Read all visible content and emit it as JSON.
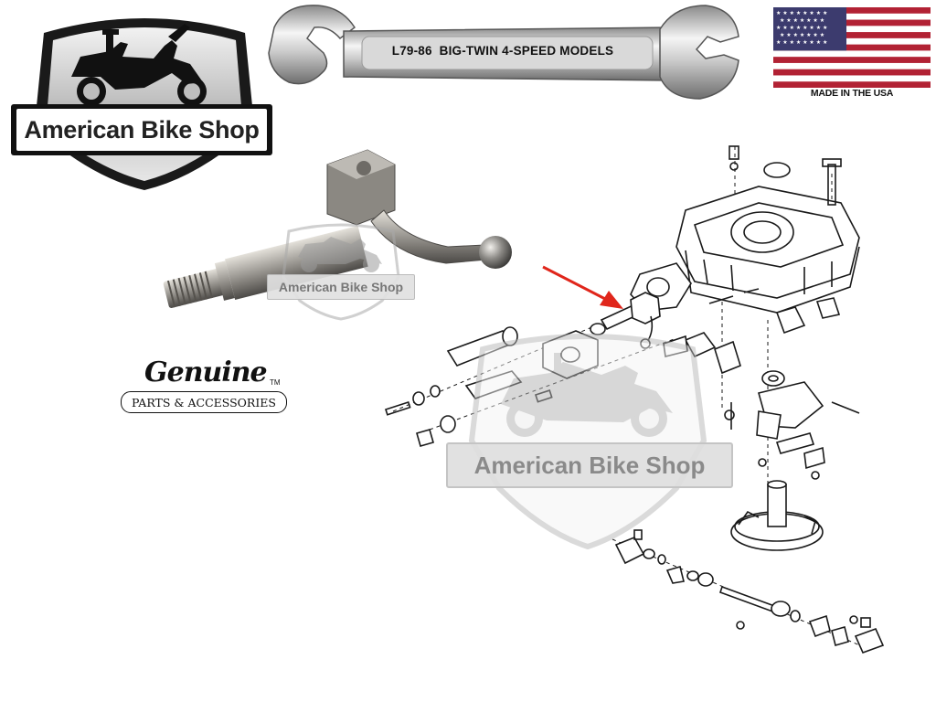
{
  "logo": {
    "brand_name": "American Bike Shop"
  },
  "wrench": {
    "label": "L79-86  BIG-TWIN 4-SPEED MODELS"
  },
  "flag": {
    "caption": "MADE IN THE USA",
    "colors": {
      "red": "#b22234",
      "white": "#ffffff",
      "blue": "#3c3b6e"
    }
  },
  "watermark": {
    "small_text": "American Bike Shop",
    "big_text": "American Bike Shop"
  },
  "genuine": {
    "script": "Genuine",
    "tagline": "PARTS & ACCESSORIES",
    "tm": "TM"
  },
  "pointer": {
    "color": "#e0261b"
  }
}
